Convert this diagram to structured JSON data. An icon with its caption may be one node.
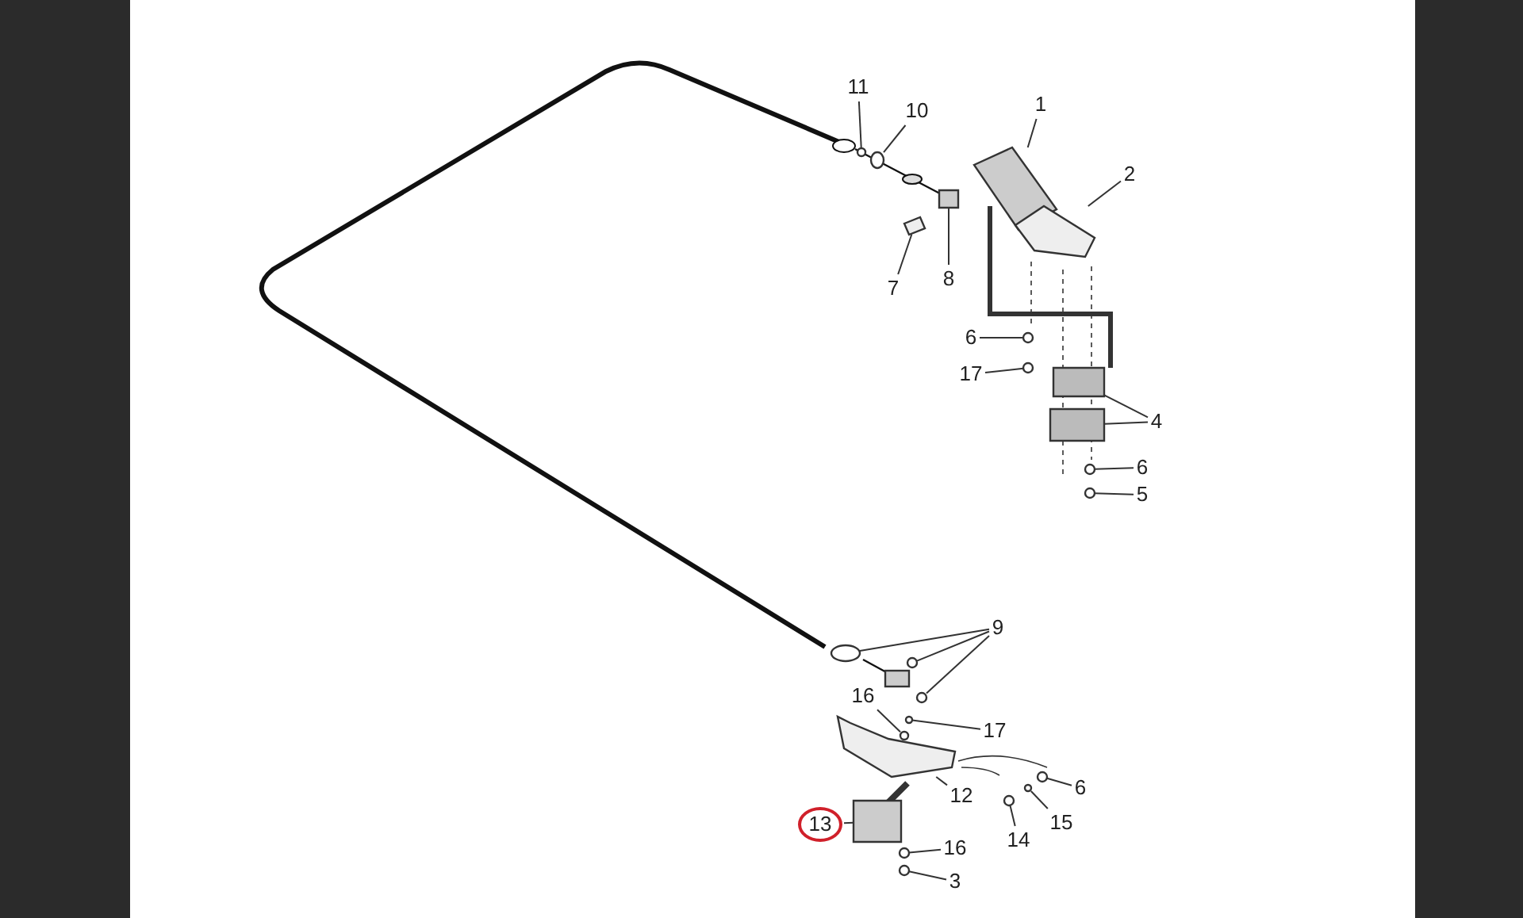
{
  "diagram": {
    "nodes": [
      {
        "text": [
          "11"
        ]
      },
      {
        "text": [
          "10"
        ]
      },
      {
        "text": [
          "1"
        ]
      },
      {
        "text": [
          "2"
        ]
      },
      {
        "text": [
          "7"
        ]
      },
      {
        "text": [
          "8"
        ]
      },
      {
        "text": [
          "6"
        ]
      },
      {
        "text": [
          "17"
        ]
      },
      {
        "text": [
          "4"
        ]
      },
      {
        "text": [
          "6"
        ]
      },
      {
        "text": [
          "5"
        ]
      },
      {
        "text": [
          "9"
        ]
      },
      {
        "text": [
          "16"
        ]
      },
      {
        "text": [
          "17"
        ]
      },
      {
        "text": [
          "12"
        ]
      },
      {
        "text": [
          "6"
        ]
      },
      {
        "text": [
          "15"
        ]
      },
      {
        "text": [
          "14"
        ]
      },
      {
        "text": [
          "13"
        ]
      },
      {
        "text": [
          "16"
        ]
      },
      {
        "text": [
          "3"
        ]
      },
      {
        "text": [],
        "shape": "circle"
      },
      {
        "text": [],
        "shape": "circle"
      },
      {
        "text": [],
        "shape": "box"
      },
      {
        "text": [],
        "shape": "box"
      },
      {
        "text": [],
        "shape": "box"
      },
      {
        "text": [],
        "shape": "box"
      },
      {
        "text": [],
        "shape": "circle"
      },
      {
        "text": [],
        "shape": "circle"
      },
      {
        "text": [],
        "shape": "box"
      },
      {
        "text": [],
        "shape": "box"
      },
      {
        "text": [],
        "shape": "circle"
      },
      {
        "text": [],
        "shape": "circle"
      },
      {
        "text": [],
        "shape": "circle"
      },
      {
        "text": [],
        "shape": "circle"
      },
      {
        "text": [],
        "shape": "circle"
      },
      {
        "text": [],
        "shape": "circle"
      },
      {
        "text": [],
        "shape": "circle"
      },
      {
        "text": [],
        "shape": "box"
      },
      {
        "text": [],
        "shape": "circle"
      },
      {
        "text": [],
        "shape": "circle"
      },
      {
        "text": [],
        "shape": "circle"
      },
      {
        "text": [],
        "shape": "box"
      },
      {
        "text": [],
        "shape": "circle"
      },
      {
        "text": [],
        "shape": "circle"
      }
    ],
    "edges": [
      {
        "from": 0,
        "to": 21,
        "arrow": "none"
      },
      {
        "from": 1,
        "to": 22,
        "arrow": "none"
      },
      {
        "from": 2,
        "to": 23,
        "arrow": "none"
      },
      {
        "from": 3,
        "to": 24,
        "arrow": "none"
      },
      {
        "from": 4,
        "to": 25,
        "arrow": "none"
      },
      {
        "from": 5,
        "to": 26,
        "arrow": "none"
      },
      {
        "from": 6,
        "to": 27,
        "arrow": "none"
      },
      {
        "from": 7,
        "to": 28,
        "arrow": "none"
      },
      {
        "from": 8,
        "to": 29,
        "arrow": "none"
      },
      {
        "from": 8,
        "to": 30,
        "arrow": "none"
      },
      {
        "from": 9,
        "to": 31,
        "arrow": "none"
      },
      {
        "from": 10,
        "to": 32,
        "arrow": "none"
      },
      {
        "from": 11,
        "to": 33,
        "arrow": "none"
      },
      {
        "from": 11,
        "to": 34,
        "arrow": "none"
      },
      {
        "from": 11,
        "to": 35,
        "arrow": "none"
      },
      {
        "from": 12,
        "to": 36,
        "arrow": "none"
      },
      {
        "from": 13,
        "to": 37,
        "arrow": "none"
      },
      {
        "from": 14,
        "to": 38,
        "arrow": "none"
      },
      {
        "from": 15,
        "to": 39,
        "arrow": "none"
      },
      {
        "from": 16,
        "to": 40,
        "arrow": "none"
      },
      {
        "from": 17,
        "to": 41,
        "arrow": "none"
      },
      {
        "from": 18,
        "to": 42,
        "arrow": "none"
      },
      {
        "from": 19,
        "to": 43,
        "arrow": "none"
      },
      {
        "from": 20,
        "to": 44,
        "arrow": "none"
      }
    ]
  }
}
